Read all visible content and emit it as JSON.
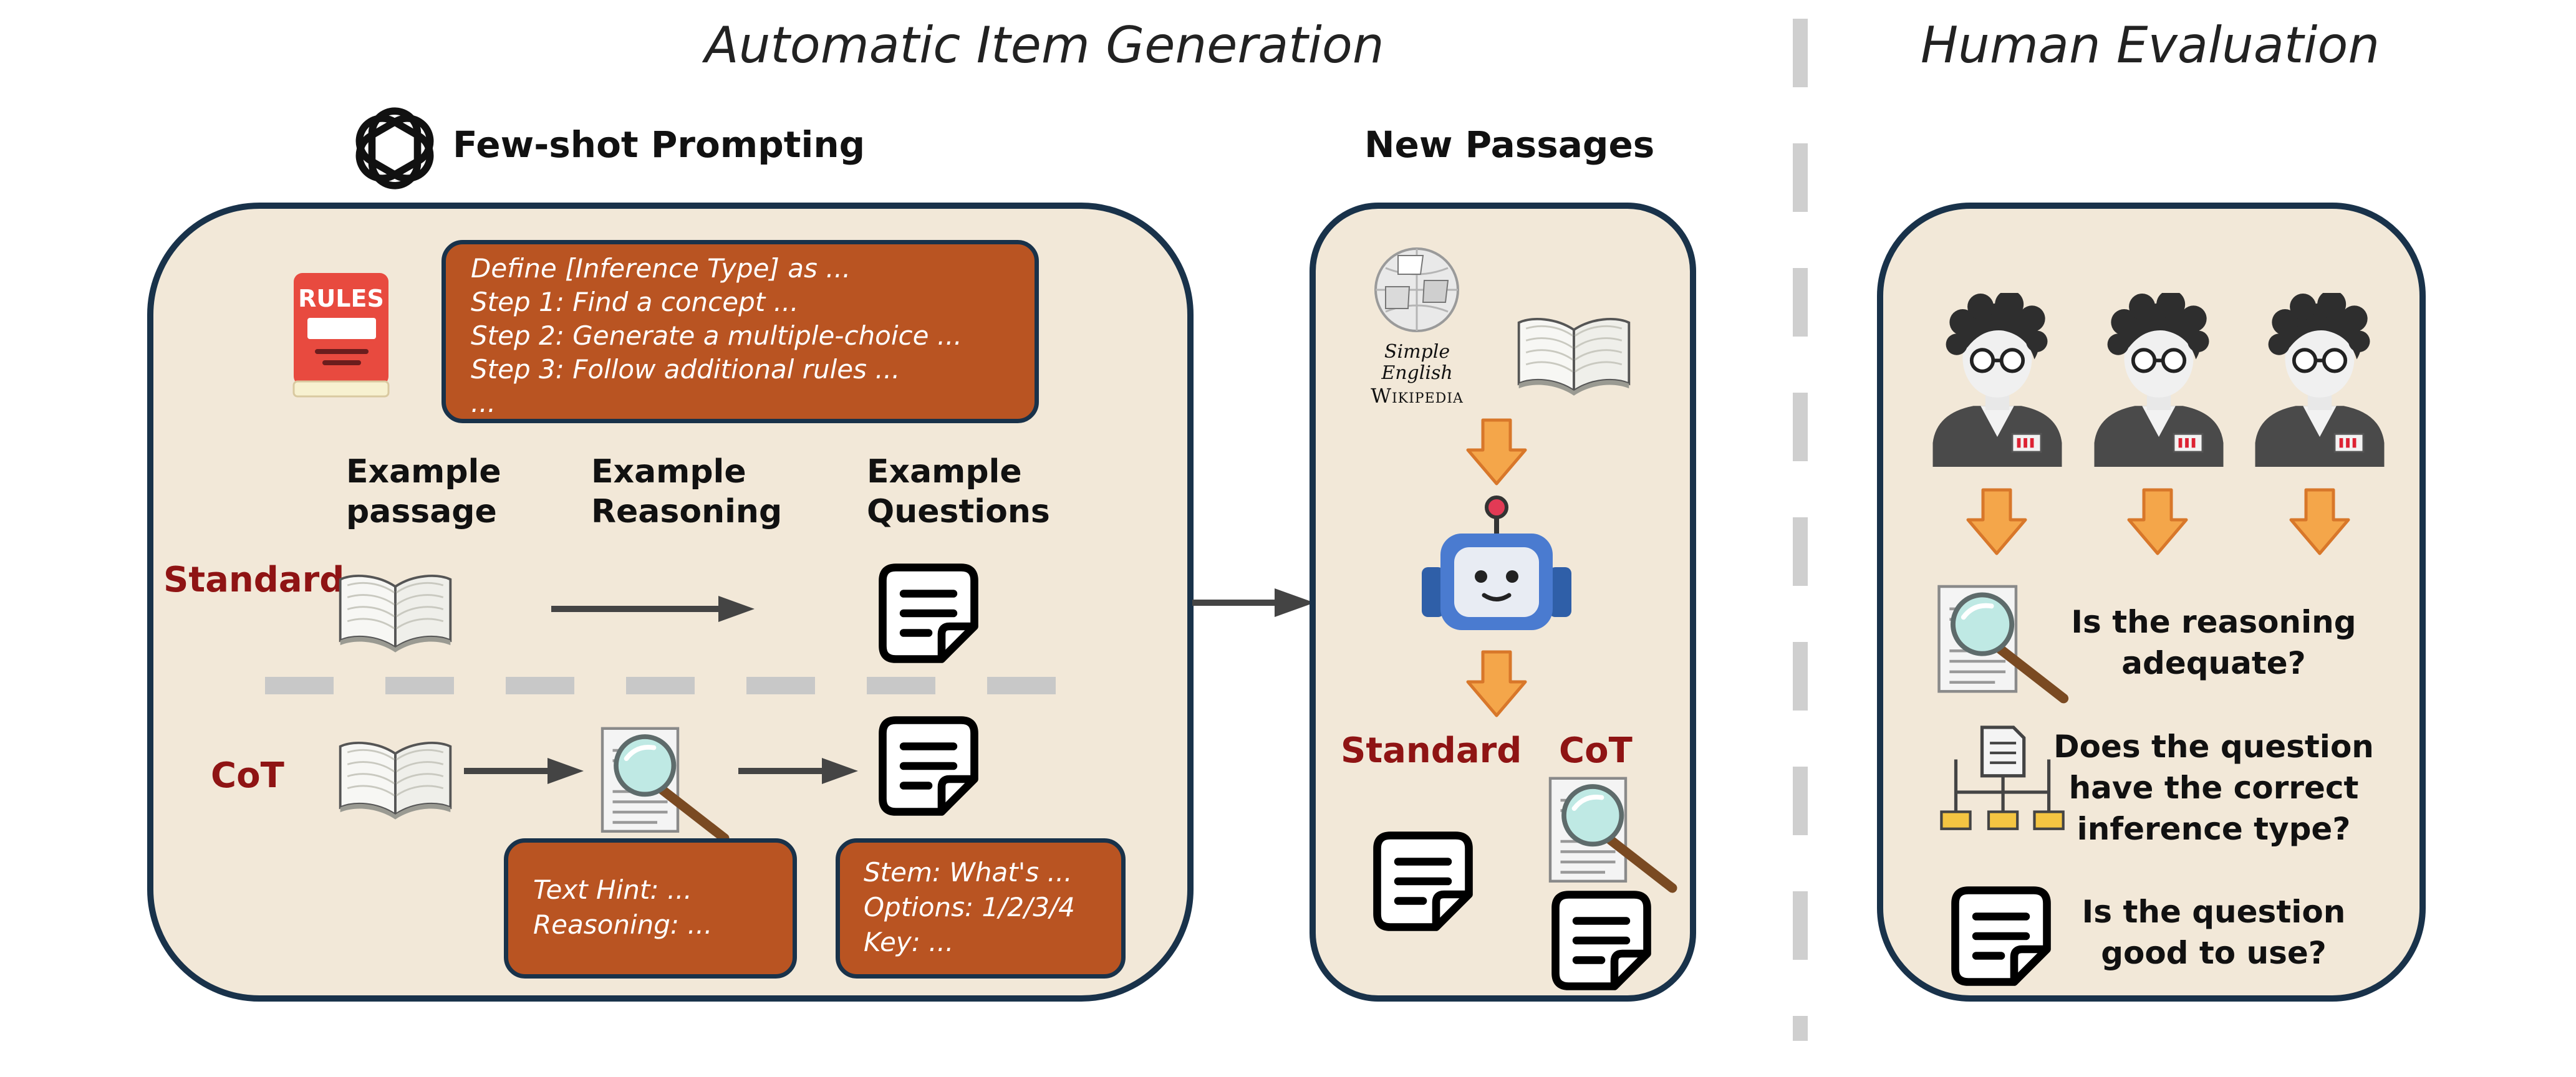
{
  "header": {
    "left_title": "Automatic Item Generation",
    "right_title": "Human Evaluation"
  },
  "few_shot": {
    "title": "Few-shot Prompting",
    "rules_icon_text": "RULES",
    "prompt_lines": [
      "Define [Inference Type] as ...",
      "Step 1: Find a concept ...",
      "Step 2: Generate a multiple-choice ...",
      "Step 3: Follow additional rules ...",
      "..."
    ],
    "column_headers": [
      {
        "line1": "Example",
        "line2": "passage"
      },
      {
        "line1": "Example",
        "line2": "Reasoning"
      },
      {
        "line1": "Example",
        "line2": "Questions"
      }
    ],
    "row_labels": {
      "standard": "Standard",
      "cot": "CoT"
    },
    "reasoning_box": [
      "Text Hint: ...",
      "Reasoning: ..."
    ],
    "question_box": [
      "Stem: What's ...",
      "Options: 1/2/3/4",
      "Key: ..."
    ]
  },
  "new_passages": {
    "title": "New Passages",
    "wiki_line1": "Simple English",
    "wiki_line2": "Wikipedia",
    "label_standard": "Standard",
    "label_cot": "CoT"
  },
  "human_eval": {
    "questions": [
      {
        "line1": "Is the reasoning",
        "line2": "adequate?"
      },
      {
        "line1": "Does the question",
        "line2": "have the correct",
        "line3": "inference type?"
      },
      {
        "line1": "Is the question",
        "line2": "good to use?"
      }
    ]
  },
  "colors": {
    "panel_bg": "#f2e8d8",
    "panel_border": "#19324a",
    "prompt_box": "#b95422",
    "label_red": "#8f1414",
    "arrow_orange": "#f4a64a"
  }
}
